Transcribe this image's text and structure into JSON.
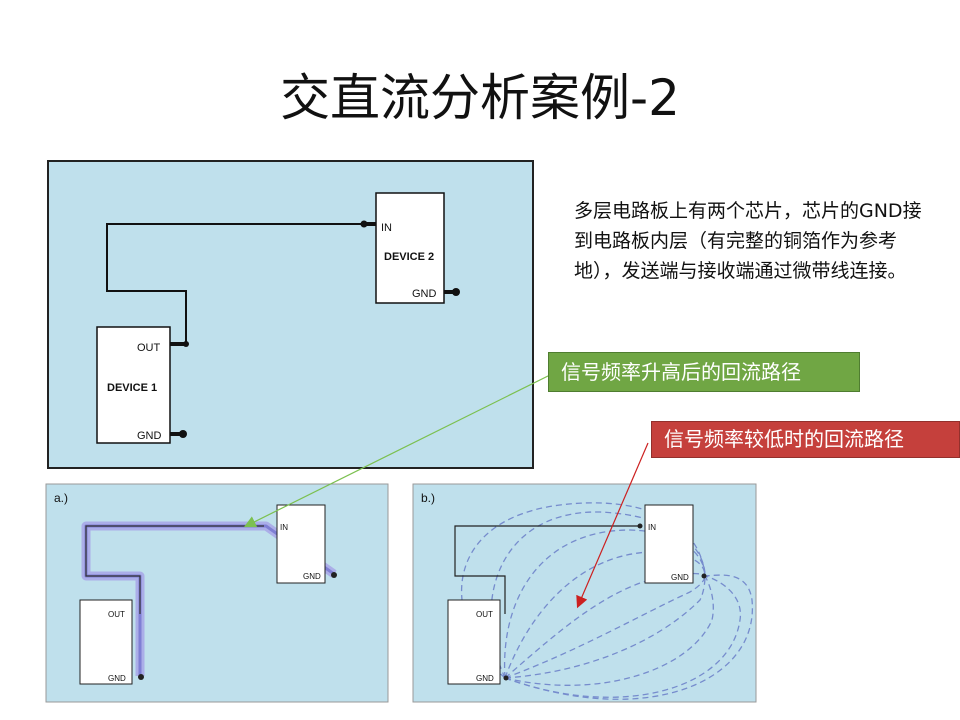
{
  "slide": {
    "title": "交直流分析案例-2",
    "description": "多层电路板上有两个芯片，芯片的GND接到电路板内层（有完整的铜箔作为参考地），发送端与接收端通过微带线连接。"
  },
  "callouts": {
    "high_freq": "信号频率升高后的回流路径",
    "low_freq": "信号频率较低时的回流路径"
  },
  "main_diagram": {
    "device1_label": "DEVICE 1",
    "device2_label": "DEVICE 2",
    "out_pin": "OUT",
    "gnd_pin": "GND",
    "in_pin": "IN"
  },
  "panel_a": {
    "label": "a.)",
    "out_pin": "OUT",
    "gnd_pin": "GND",
    "in_pin": "IN",
    "gnd2_pin": "GND"
  },
  "panel_b": {
    "label": "b.)",
    "out_pin": "OUT",
    "gnd_pin": "GND",
    "in_pin": "IN",
    "gnd2_pin": "GND"
  },
  "colors": {
    "board_fill": "#bfe0ec",
    "high_freq_path": "#8f8fd8",
    "low_freq_path": "#6a7ec8",
    "green_callout": "#70a644",
    "red_callout": "#c5403c"
  }
}
